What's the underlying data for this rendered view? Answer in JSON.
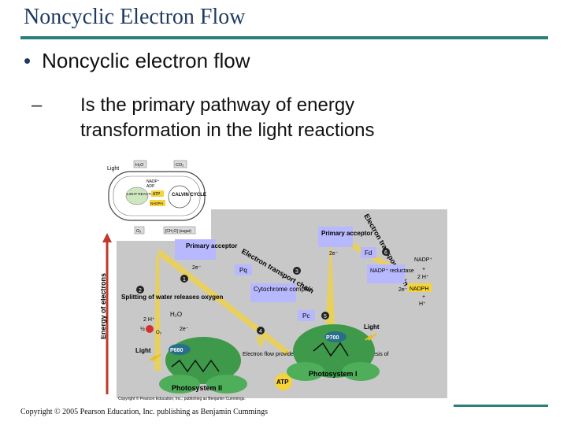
{
  "slide": {
    "title": "Noncyclic Electron Flow",
    "bullet": "Noncyclic electron flow",
    "dash": "–",
    "sub_bullet": "Is the primary pathway of energy transformation in the light reactions",
    "copyright": "Copyright © 2005 Pearson Education, Inc. publishing as Benjamin Cummings"
  },
  "diagram": {
    "inset": {
      "light": "Light",
      "h2o": "H₂O",
      "co2": "CO₂",
      "nadp": "NADP⁺",
      "adp": "ADP",
      "light_reactions": "LIGHT REACTIONS",
      "calvin_cycle": "CALVIN CYCLE",
      "atp": "ATP",
      "nadph": "NADPH",
      "o2": "O₂",
      "sugar": "[CH₂O] (sugar)",
      "credit": "Copyright © Pearson Education, Inc., publishing as Benjamin Cummings."
    },
    "energy_axis": "Energy of electrons",
    "ps2": {
      "primary_acceptor": "Primary acceptor",
      "e1": "2e⁻",
      "step1": "1",
      "step2": "2",
      "splitting": "Splitting of water releases oxygen",
      "h2o": "H₂O",
      "h_plus": "2 H⁺",
      "half_o2": "½",
      "o2": "O₂",
      "e2": "2e⁻",
      "light": "Light",
      "p680": "P680",
      "name": "Photosystem II"
    },
    "etc1": {
      "title": "Electron transport chain",
      "pq": "Pq",
      "step3": "3",
      "cytochrome": "Cytochrome complex",
      "pc": "Pc",
      "step4": "4",
      "step5": "5",
      "flow_text": "Electron flow provides energy for chemiosmotic synthesis of",
      "atp": "ATP"
    },
    "ps1": {
      "primary_acceptor": "Primary acceptor",
      "e": "2e⁻",
      "p700": "P700",
      "light": "Light",
      "name": "Photosystem I"
    },
    "etc2": {
      "title": "Electron transport chain",
      "fd": "Fd",
      "step6": "6",
      "e": "2e⁻",
      "nadp_plus": "NADP⁺",
      "plus": "+",
      "h_plus": "2 H⁺",
      "reductase": "NADP⁺ reductase",
      "nadph": "NADPH",
      "h_plus_out": "H⁺",
      "plus2": "+"
    }
  },
  "colors": {
    "title": "#1f3a5f",
    "rule": "#2d7f7c",
    "panel": "#c8c8c8",
    "arrow": "#e8d060",
    "box": "#b8b8ff",
    "step": "#222222",
    "green": "#3e9a4a",
    "axis": "#c0392b"
  }
}
